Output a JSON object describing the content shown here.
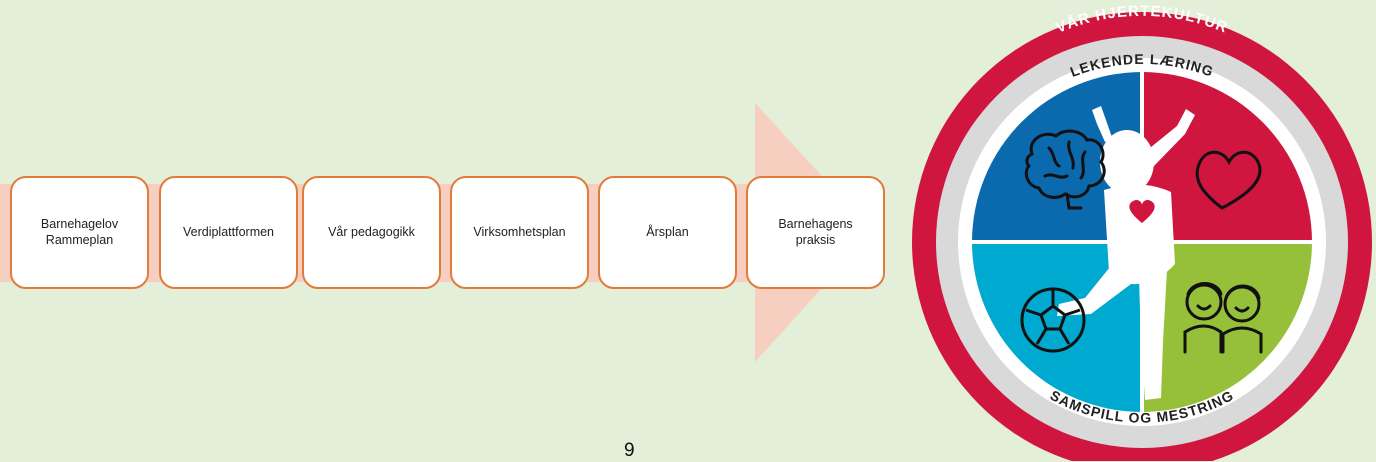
{
  "steps": [
    {
      "label": "Barnehagelov\nRammeplan"
    },
    {
      "label": "Verdiplattformen"
    },
    {
      "label": "Vår pedagogikk"
    },
    {
      "label": "Virksomhetsplan"
    },
    {
      "label": "Årsplan"
    },
    {
      "label": "Barnehagens\npraksis"
    }
  ],
  "page_number": "9",
  "logo": {
    "outer_text": "VÅR HJERTEKULTUR",
    "top_text": "LEKENDE LÆRING",
    "bottom_text": "SAMSPILL OG MESTRING",
    "quadrant_icons": [
      "brain-icon",
      "heart-icon",
      "football-icon",
      "children-icon"
    ]
  },
  "colors": {
    "background": "#e3efd9",
    "arrow": "#f7cfc0",
    "box_border": "#e07b39",
    "ring_red": "#d0163f",
    "ring_grey": "#d9d9d9",
    "quadrant_blue": "#0a6aad",
    "quadrant_red": "#d0163f",
    "quadrant_cyan": "#00a9d0",
    "quadrant_green": "#96c03a"
  }
}
